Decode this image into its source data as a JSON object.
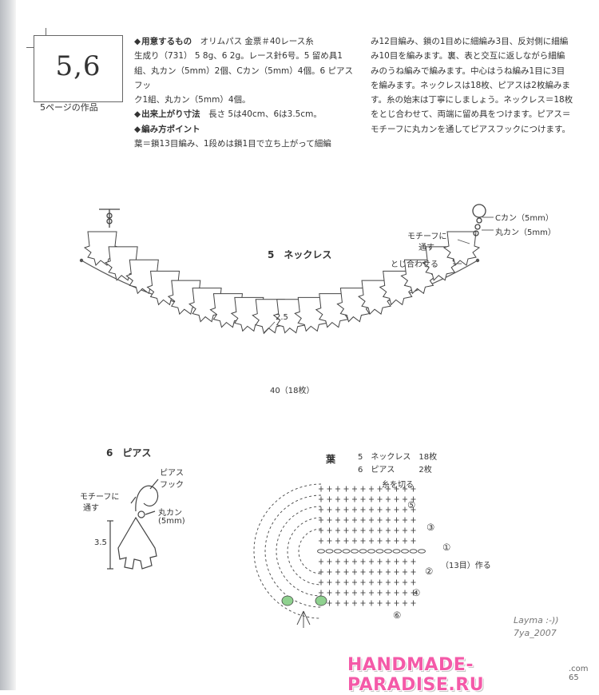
{
  "title": {
    "number": "5,6",
    "sub": "5ページの作品"
  },
  "col1": {
    "materials_head": "用意するもの",
    "materials_text1": "オリムパス 金票＃40レース糸",
    "materials_text2": "生成り（731） 5 8g、6 2g。レース針6号。5 留め具1",
    "materials_text3": "組、丸カン（5mm）2個、Cカン（5mm）4個。6 ピアスフッ",
    "materials_text4": "ク1組、丸カン（5mm）4個。",
    "size_head": "出来上がり寸法",
    "size_text": "長さ 5は40cm、6は3.5cm。",
    "point_head": "編み方ポイント",
    "point_text1": "葉＝鎖13目編み、1段めは鎖1目で立ち上がって細編"
  },
  "col2": {
    "lines": [
      "み12目編み、鎖の1目めに細編み3目、反対側に細編",
      "み10目を編みます。裏、表と交互に返しながら細編",
      "みのうね編みで編みます。中心はうね編み1目に3目",
      "を編みます。ネックレスは18枚、ピアスは2枚編みま",
      "す。糸の始末は丁寧にしましょう。ネックレス＝18枚",
      "をとじ合わせて、両端に留め具をつけます。ピアス＝",
      "モチーフに丸カンを通してピアスフックにつけます。"
    ]
  },
  "necklace": {
    "title": "5　ネックレス",
    "c_ring": "Cカン（5mm）",
    "motif_through_1": "モチーフに",
    "motif_through_2": "通す",
    "jump_ring": "丸カン（5mm）",
    "join": "とじ合わせる",
    "dim_small": "2.5",
    "dim_length": "40（18枚）"
  },
  "earring": {
    "title": "6　ピアス",
    "hook_1": "ピアス",
    "hook_2": "フック",
    "motif_1": "モチーフに",
    "motif_2": "通す",
    "ring_1": "丸カン",
    "ring_2": "(5mm)",
    "dim": "3.5"
  },
  "leaf": {
    "title": "葉",
    "necklace_count": "5　ネックレス　18枚",
    "earring_count": "6　ピアス　　　2枚",
    "cut_thread": "糸を切る",
    "make13": "（13目）作る",
    "rows": [
      "⑤",
      "③",
      "①",
      "②",
      "④",
      "⑥"
    ]
  },
  "credit": {
    "line1": "Layma :-))",
    "line2": "7ya_2007"
  },
  "watermark": "HANDMADE-PARADISE.RU",
  "page_number": ".com 65"
}
